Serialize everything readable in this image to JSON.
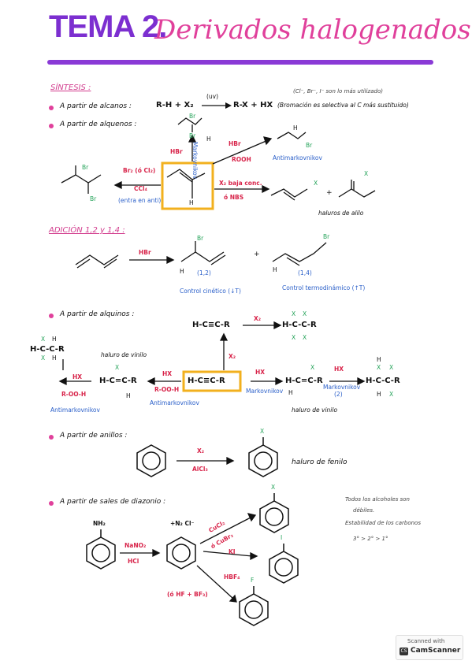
{
  "title": {
    "part1": "TEMA 2.",
    "part2": "Derivados halogenados"
  },
  "sintesis": {
    "heading": "SÍNTESIS :",
    "note": "(Cl⁻, Br⁻, I⁻ son lo más utilizado)",
    "alcanos": {
      "label": "A partir de alcanos :",
      "reactant": "R-H + X₂",
      "cond": "(uv)",
      "product": "R-X + HX",
      "comment": "(Bromación es selectiva al C más sustituido)"
    },
    "alquenos": {
      "label": "A partir de alquenos :",
      "hbr_left": "HBr",
      "markov_vert": "Markovnikov",
      "hbr_right": "HBr",
      "rooh": "ROOH",
      "antimark": "Antimarkovnikov",
      "br2": "Br₂ (ó Cl₂)",
      "ccl4": "CCl₄",
      "anti": "(entra en anti)",
      "x2_low": "X₂ baja conc.",
      "nbs": "ó NBS",
      "plus": "+",
      "haluros": "haluros de alilo",
      "br": "Br",
      "h": "H",
      "x": "X"
    }
  },
  "adicion": {
    "heading": "ADICIÓN 1,2 y 1,4 :",
    "hbr": "HBr",
    "p12": "(1,2)",
    "p14": "(1,4)",
    "kinetic": "Control cinético (↓T)",
    "thermo": "Control termodinámico (↑T)",
    "plus": "+",
    "br": "Br",
    "h": "H"
  },
  "alquinos": {
    "label": "A partir de alquinos :",
    "top_reactant": "H-C≡C-R",
    "top_reagent": "X₂",
    "top_product": "H-C-C-R",
    "center": "H-C≡C-R",
    "x2_down": "X₂",
    "left_hx": "HX",
    "left_cond": "R-OO-H",
    "left_mid": "H-C=C-R",
    "left_label": "haluro de vinilo",
    "antimark1": "Antimarkovnikov",
    "antimark2": "Antimarkovnikov",
    "far_left_hx": "HX",
    "far_left_cond": "R-OO-H",
    "far_left_mol": "H-C-C-R",
    "right_hx": "HX",
    "right_markov": "Markovnikov",
    "right_mid": "H-C=C-R",
    "right_hx2": "HX",
    "right_markov2": "Markovnikov",
    "right_markov2_n": "(2)",
    "right_product": "H-C-C-R",
    "vinyl_label": "haluro de vinilo",
    "x": "X",
    "h": "H"
  },
  "anillos": {
    "label": "A partir de anillos :",
    "reagent": "X₂",
    "cat": "AlCl₃",
    "product": "haluro de fenilo",
    "x": "X"
  },
  "diazonio": {
    "label": "A partir de sales de diazonio :",
    "nh2": "NH₂",
    "nano2": "NaNO₂",
    "hcl": "HCl",
    "diazo": "+N₂ Cl⁻",
    "cucl2": "CuCl₂",
    "cubr2": "ó CuBr₂",
    "ki": "KI",
    "hbf4": "HBF₄",
    "hf": "(ó HF + BF₃)",
    "x": "X",
    "i": "I",
    "f": "F",
    "side_note1": "Todos los alcoholes son",
    "side_note2": "débiles.",
    "side_note3": "Estabilidad de los carbonos",
    "side_note4": "3° > 2° > 1°"
  },
  "scanner": {
    "line1": "Scanned with",
    "line2": "CamScanner"
  },
  "colors": {
    "title_purple": "#7c2fd0",
    "title_pink": "#e0409b",
    "reagent_red": "#d8244a",
    "label_blue": "#2a5fc9",
    "halogen_green": "#25a35a",
    "highlight": "#f2b01e"
  }
}
